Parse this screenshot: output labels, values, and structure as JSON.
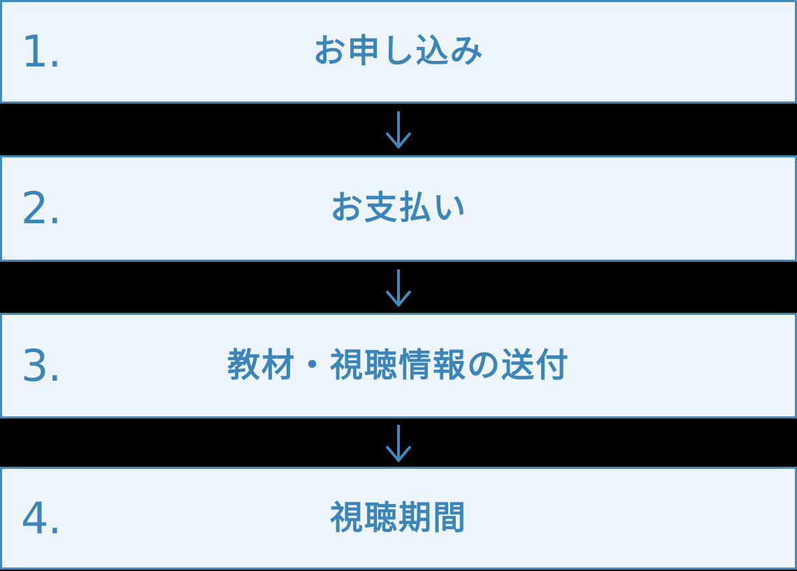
{
  "diagram": {
    "type": "vertical-flowchart",
    "orientation": "top-to-bottom",
    "background_color": "#000000",
    "box_fill_color": "#eef5fa",
    "box_border_color": "#4189bb",
    "text_color": "#3d84b8",
    "arrow_color": "#4189bb",
    "steps": [
      {
        "number": "1.",
        "title": "お申し込み"
      },
      {
        "number": "2.",
        "title": "お支払い"
      },
      {
        "number": "3.",
        "title": "教材・視聴情報の送付"
      },
      {
        "number": "4.",
        "title": "視聴期間"
      }
    ],
    "connectors": [
      {
        "icon": "arrow-down-icon"
      },
      {
        "icon": "arrow-down-icon"
      },
      {
        "icon": "arrow-down-icon"
      }
    ]
  }
}
